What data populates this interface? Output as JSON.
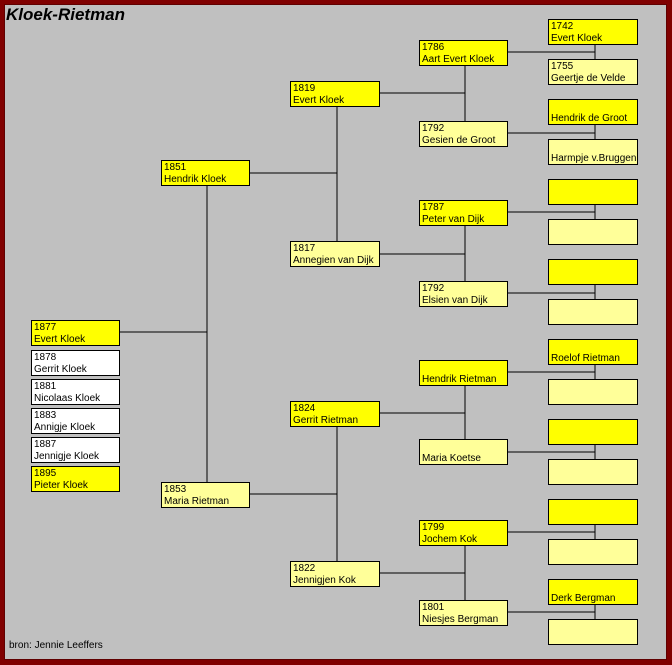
{
  "title": "Kloek-Rietman",
  "source": "bron: Jennie Leeffers",
  "colors": {
    "background": "#c0c0c0",
    "frame": "#800000",
    "male": "#ffff00",
    "female": "#ffff99",
    "child": "#ffffff"
  },
  "children": [
    {
      "year": "1877",
      "name": "Evert Kloek"
    },
    {
      "year": "1878",
      "name": "Gerrit Kloek"
    },
    {
      "year": "1881",
      "name": "Nicolaas Kloek"
    },
    {
      "year": "1883",
      "name": "Annigje Kloek"
    },
    {
      "year": "1887",
      "name": "Jennigje Kloek"
    },
    {
      "year": "1895",
      "name": "Pieter Kloek"
    }
  ],
  "parents": [
    {
      "year": "1851",
      "name": "Hendrik Kloek"
    },
    {
      "year": "1853",
      "name": "Maria Rietman"
    }
  ],
  "grandparents": [
    {
      "year": "1819",
      "name": "Evert Kloek"
    },
    {
      "year": "1817",
      "name": "Annegien van Dijk"
    },
    {
      "year": "1824",
      "name": "Gerrit Rietman"
    },
    {
      "year": "1822",
      "name": "Jennigjen Kok"
    }
  ],
  "great_grandparents": [
    {
      "year": "1786",
      "name": "Aart Evert Kloek"
    },
    {
      "year": "1792",
      "name": "Gesien de Groot"
    },
    {
      "year": "1787",
      "name": "Peter van Dijk"
    },
    {
      "year": "1792",
      "name": "Elsien van Dijk"
    },
    {
      "year": "",
      "name": "Hendrik Rietman"
    },
    {
      "year": "",
      "name": "Maria Koetse"
    },
    {
      "year": "1799",
      "name": "Jochem Kok"
    },
    {
      "year": "1801",
      "name": "Niesjes Bergman"
    }
  ],
  "gg_grandparents": [
    {
      "year": "1742",
      "name": "Evert Kloek"
    },
    {
      "year": "1755",
      "name": "Geertje de Velde"
    },
    {
      "year": "",
      "name": "Hendrik de Groot"
    },
    {
      "year": "",
      "name": "Harmpje v.Bruggen"
    },
    {
      "year": "",
      "name": ""
    },
    {
      "year": "",
      "name": ""
    },
    {
      "year": "",
      "name": ""
    },
    {
      "year": "",
      "name": ""
    },
    {
      "year": "",
      "name": "Roelof Rietman"
    },
    {
      "year": "",
      "name": ""
    },
    {
      "year": "",
      "name": ""
    },
    {
      "year": "",
      "name": ""
    },
    {
      "year": "",
      "name": ""
    },
    {
      "year": "",
      "name": ""
    },
    {
      "year": "",
      "name": "Derk Bergman"
    },
    {
      "year": "",
      "name": ""
    }
  ]
}
